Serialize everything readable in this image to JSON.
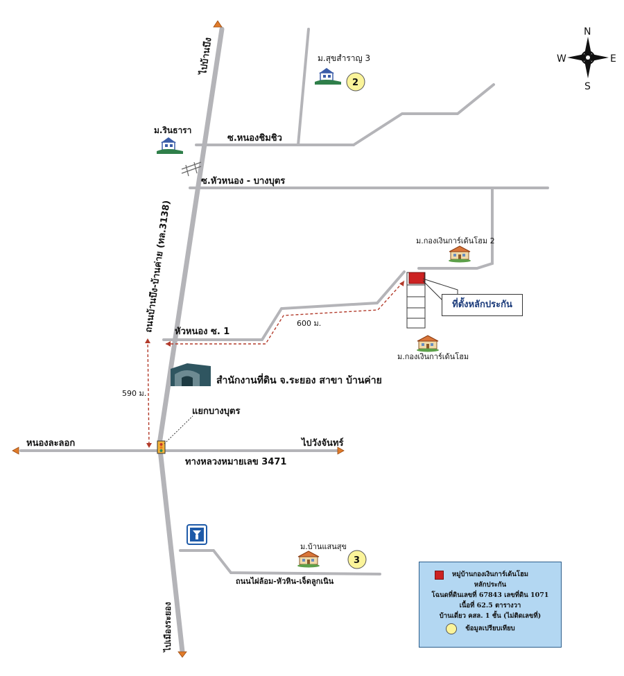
{
  "compass": {
    "north": "N",
    "south": "S",
    "east": "E",
    "west": "W"
  },
  "roads": {
    "ban_bueng": "ไปบ้านบึง",
    "nong_chim_chio": "ซ.หนองชิมชิว",
    "hua_nong_bang_but": "ซ.หัวหนอง - บางบุตร",
    "main_road": "ถนนบ้านบึง-บ้านค่าย (ทล.3138)",
    "hua_nong_soi_1": "หัวหนอง ซ. 1",
    "junction": "แยกบางบุตร",
    "nong_la_lok": "หนองละลอก",
    "wang_chan": "ไปวังจันทร์",
    "highway_3471": "ทางหลวงหมายเลข 3471",
    "mueang_rayong": "ไปเมืองระยอง",
    "side_road": "ถนนไผ่ล้อม-หัวหิน-เจ็ดลูกเนิน"
  },
  "villages": {
    "suk_samran": "ม.สุขสำราญ 3",
    "rinthara": "ม.รินธารา",
    "kongngern_2": "ม.กองเงินการ์เด้นโฮม 2",
    "kongngern": "ม.กองเงินการ์เด้นโฮม",
    "ban_saen_suk": "ม.บ้านแสนสุข"
  },
  "landmarks": {
    "land_office": "สำนักงานที่ดิน จ.ระยอง สาขา บ้านค่าย",
    "collateral_location": "ที่ตั้งหลักประกัน"
  },
  "distances": {
    "d600": "600 ม.",
    "d590": "590 ม."
  },
  "comparables": {
    "c2": "2",
    "c3": "3"
  },
  "legend": {
    "line1": "หมู่บ้านกองเงินการ์เด้นโฮม",
    "line2": "หลักประกัน",
    "line3": "โฉนดที่ดินเลขที่ 67843 เลขที่ดิน 1071",
    "line4": "เนื้อที่ 62.5 ตารางวา",
    "line5": "บ้านเดี่ยว คสล. 1 ชั้น (ไม่ติดเลขที่)",
    "line6": "ข้อมูลเปรียบเทียบ"
  },
  "colors": {
    "road": "#b4b4b8",
    "dashed": "#b23a2a",
    "arrow": "#e07b2a",
    "collateral": "#cc2222",
    "legend_bg": "#b3d7f2",
    "marker": "#fbf49a",
    "house_roof": "#d9763a"
  }
}
